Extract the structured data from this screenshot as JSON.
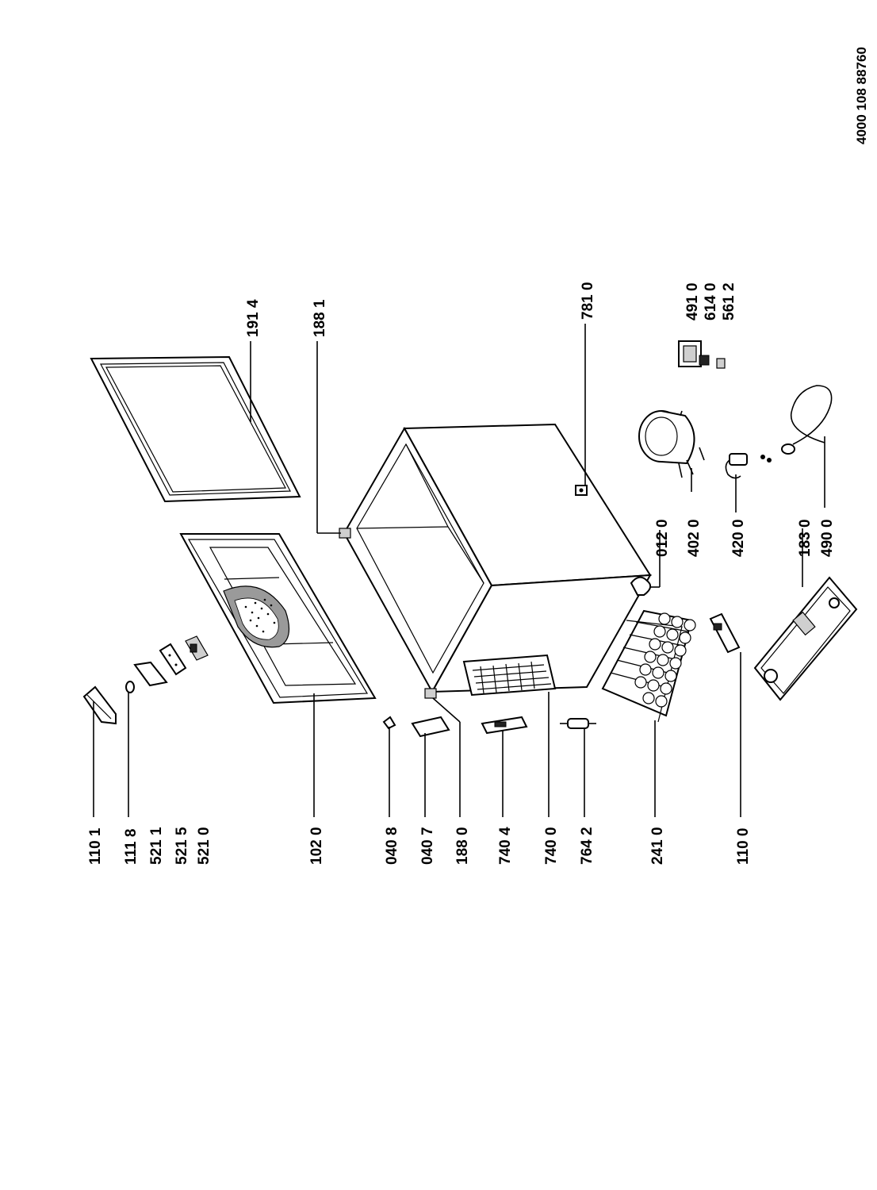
{
  "document_number": "4000 108 88760",
  "labels": {
    "l1101": "110 1",
    "l1118": "111 8",
    "l5211": "521 1",
    "l5215": "521 5",
    "l5210": "521 0",
    "l1020": "102 0",
    "l0408": "040 8",
    "l0407": "040 7",
    "l1880": "188 0",
    "l7404": "740 4",
    "l7400": "740 0",
    "l7642": "764 2",
    "l2410": "241 0",
    "l1100": "110 0",
    "l1914": "191 4",
    "l1881": "188 1",
    "l7810": "781 0",
    "l4910": "491 0",
    "l6140": "614 0",
    "l5612": "561 2",
    "l0120": "012 0",
    "l4020": "402 0",
    "l4200": "420 0",
    "l1830": "183 0",
    "l4900": "490 0"
  }
}
